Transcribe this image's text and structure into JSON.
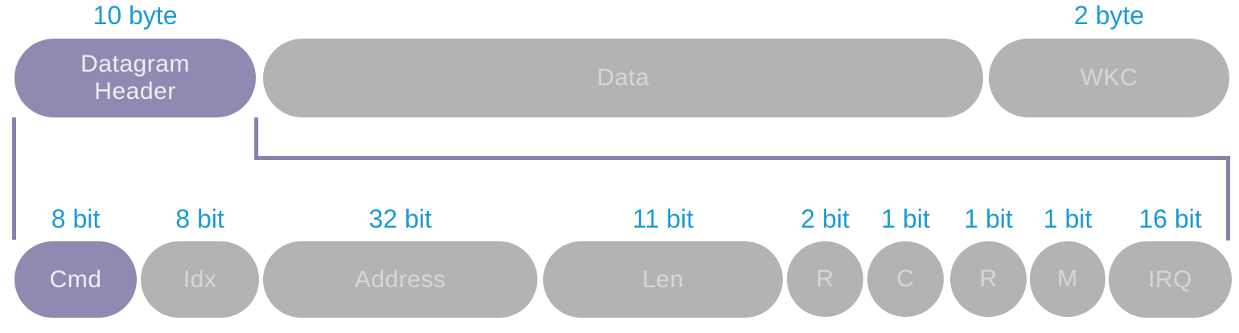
{
  "colors": {
    "accent-blue": "#1B9AD6",
    "block-gray": "#B3B3B3",
    "block-purple": "#9189B1",
    "bracket-purple": "#8A82AD",
    "label-on-gray": "#D6D6D6",
    "label-on-purple": "#EFEEF5",
    "background": "#FFFFFF"
  },
  "top_row": {
    "datagram_header": {
      "label": "Datagram\nHeader",
      "size": "10 byte"
    },
    "data": {
      "label": "Data"
    },
    "wkc": {
      "label": "WKC",
      "size": "2 byte"
    }
  },
  "bottom_row": {
    "cmd": {
      "label": "Cmd",
      "size": "8 bit"
    },
    "idx": {
      "label": "Idx",
      "size": "8 bit"
    },
    "address": {
      "label": "Address",
      "size": "32 bit"
    },
    "len": {
      "label": "Len",
      "size": "11 bit"
    },
    "r1": {
      "label": "R",
      "size": "2 bit"
    },
    "c": {
      "label": "C",
      "size": "1 bit"
    },
    "r2": {
      "label": "R",
      "size": "1 bit"
    },
    "m": {
      "label": "M",
      "size": "1 bit"
    },
    "irq": {
      "label": "IRQ",
      "size": "16 bit"
    }
  }
}
